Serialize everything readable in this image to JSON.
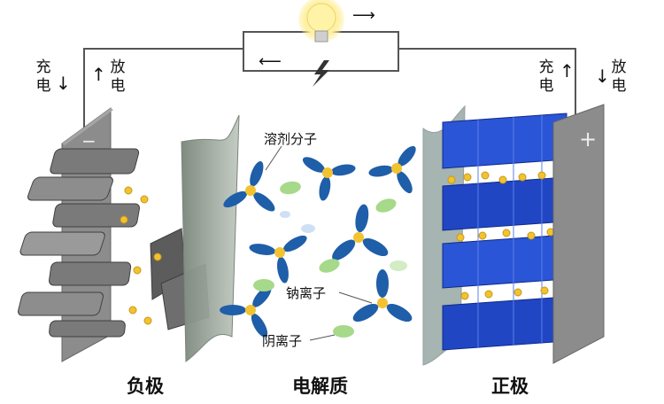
{
  "labels": {
    "charge": "充电",
    "discharge": "放电",
    "negative_sign": "−",
    "positive_sign": "+",
    "solvent": "溶剂分子",
    "sodium_ion": "钠离子",
    "anion": "阴离子",
    "anode": "负极",
    "electrolyte": "电解质",
    "cathode": "正极"
  },
  "colors": {
    "electrode_plate": "#8a8a8a",
    "graphite": "#6f6f6f",
    "separator": "#9aa79a",
    "solvent_petal": "#1f5ea8",
    "sodium_ion": "#f2c230",
    "anion": "#a6d98a",
    "cathode_block": "#2146c4",
    "wire": "#555555",
    "bulb": "#fff3a0"
  },
  "icons": [
    "light-bulb-icon",
    "lightning-bolt-icon"
  ]
}
